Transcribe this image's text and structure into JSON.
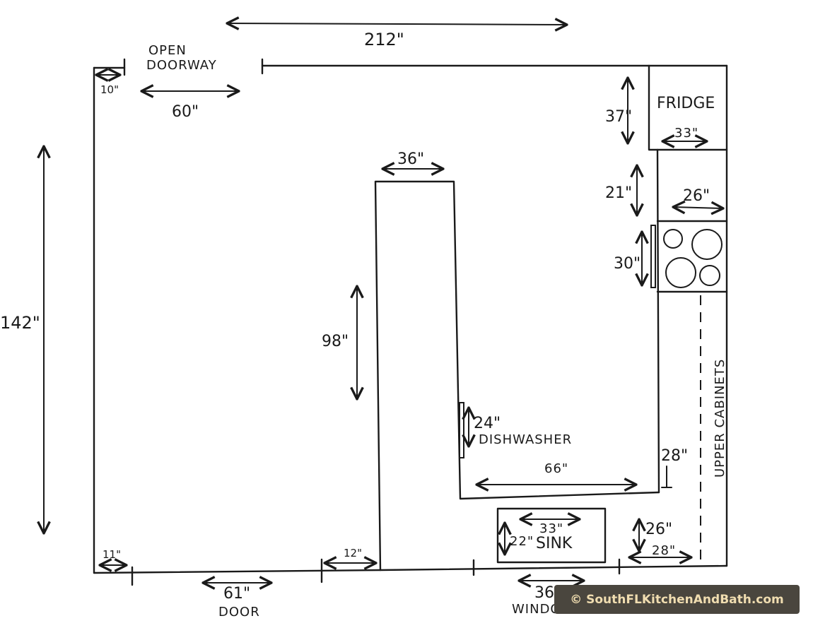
{
  "title": "",
  "labels": {
    "open_doorway_line1": "OPEN",
    "open_doorway_line2": "DOORWAY",
    "fridge": "FRIDGE",
    "dishwasher": "DISHWASHER",
    "sink": "SINK",
    "door": "DOOR",
    "window": "WINDOW",
    "upper_cabinets": "UPPER CABINETS"
  },
  "dimensions": {
    "overall_width": "212\"",
    "overall_height": "142\"",
    "left_of_doorway": "10\"",
    "doorway_width": "60\"",
    "fridge_depth": "37\"",
    "fridge_width": "33\"",
    "counter_gap": "21\"",
    "cabinet_width": "26\"",
    "range_length": "30\"",
    "peninsula_width": "36\"",
    "peninsula_length": "98\"",
    "dishwasher_width": "24\"",
    "counter_run": "66\"",
    "right_gap": "28\"",
    "sink_width": "33\"",
    "sink_depth": "22\"",
    "right_of_sink": "26\"",
    "corner_counter": "28\"",
    "left_of_door": "11\"",
    "door_width": "61\"",
    "door_to_wall": "12\"",
    "window_width": "36\""
  },
  "watermark": "© SouthFLKitchenAndBath.com"
}
